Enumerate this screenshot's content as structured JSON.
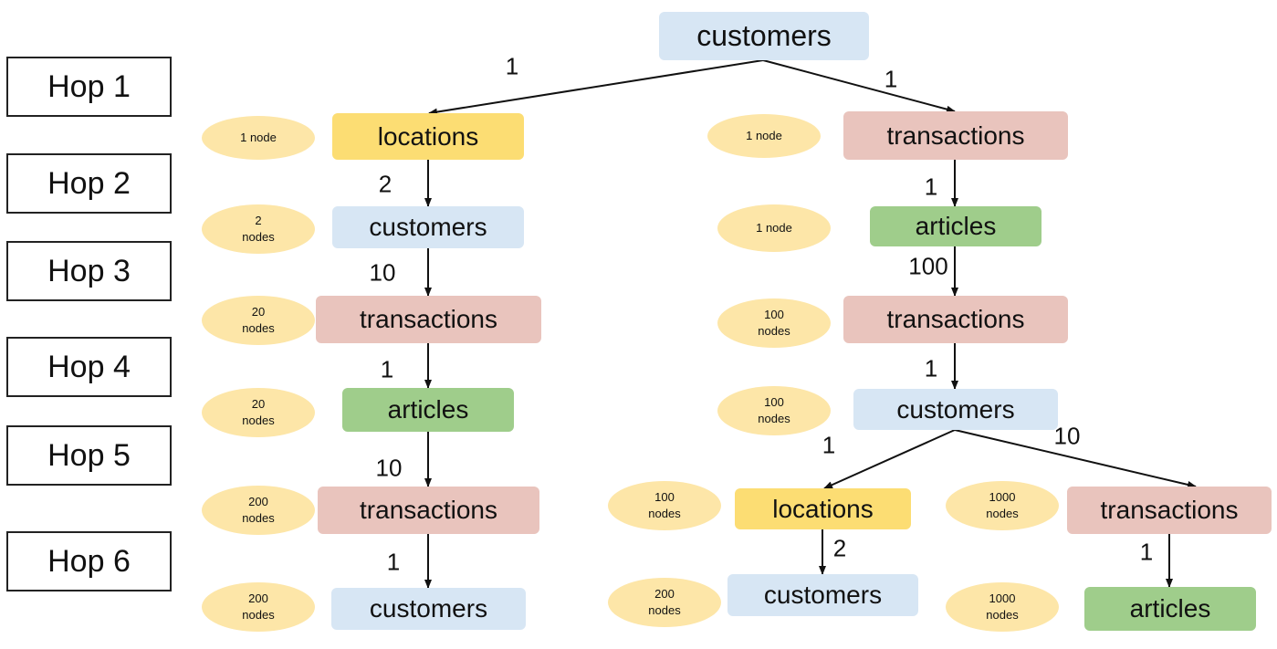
{
  "hops": [
    "Hop 1",
    "Hop 2",
    "Hop 3",
    "Hop 4",
    "Hop 5",
    "Hop 6"
  ],
  "nodes": {
    "root": "customers",
    "l1": "locations",
    "l2": "customers",
    "l3": "transactions",
    "l4": "articles",
    "l5": "transactions",
    "l6": "customers",
    "r1": "transactions",
    "r2": "articles",
    "r3": "transactions",
    "r4": "customers",
    "r5a": "locations",
    "r6a": "customers",
    "r5b": "transactions",
    "r6b": "articles"
  },
  "counts": {
    "l1": "1 node",
    "l2": "2\nnodes",
    "l3": "20\nnodes",
    "l4": "20\nnodes",
    "l5": "200\nnodes",
    "l6": "200\nnodes",
    "r1": "1 node",
    "r2": "1 node",
    "r3": "100\nnodes",
    "r4": "100\nnodes",
    "r5a": "100\nnodes",
    "r6a": "200\nnodes",
    "r5b": "1000\nnodes",
    "r6b": "1000\nnodes"
  },
  "edge_labels": {
    "root_l1": "1",
    "root_r1": "1",
    "l1_l2": "2",
    "l2_l3": "10",
    "l3_l4": "1",
    "l4_l5": "10",
    "l5_l6": "1",
    "r1_r2": "1",
    "r2_r3": "100",
    "r3_r4": "1",
    "r4_r5a": "1",
    "r4_r5b": "10",
    "r5a_r6a": "2",
    "r5b_r6b": "1"
  }
}
